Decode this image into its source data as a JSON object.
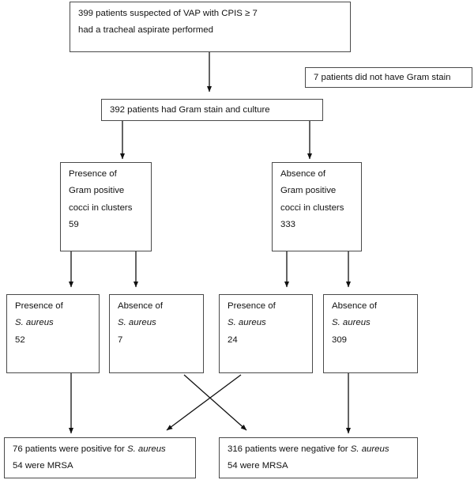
{
  "diagram": {
    "title": "VAP Gram stain and S. aureus culture flow diagram",
    "line_color": "#111111",
    "box_border_color": "#4a4a4a",
    "background": "#ffffff"
  },
  "nodes": {
    "enrolled": {
      "line1": "399 patients suspected of VAP with CPIS ≥ 7",
      "line2": "had a tracheal aspirate performed"
    },
    "excluded": {
      "line1": "7 patients did not have Gram stain"
    },
    "analyzed": {
      "line1": "392 patients had Gram stain and culture"
    },
    "gram_positive": {
      "line1": "Presence of",
      "line2": "Gram positive",
      "line3": "cocci in clusters",
      "count": "59"
    },
    "gram_negative": {
      "line1": "Absence of",
      "line2": "Gram positive",
      "line3": "cocci in clusters",
      "count": "333"
    },
    "gp_culture_pos": {
      "line1": "Presence of",
      "organism": "S. aureus",
      "count": "52"
    },
    "gp_culture_neg": {
      "line1": "Absence of",
      "organism": "S. aureus",
      "count": "7"
    },
    "gn_culture_pos": {
      "line1": "Presence of",
      "organism": "S. aureus",
      "count": "24"
    },
    "gn_culture_neg": {
      "line1": "Absence of",
      "organism": "S. aureus",
      "count": "309"
    },
    "summary_positive": {
      "prefix": "76 patients were positive for ",
      "organism": "S. aureus",
      "line2": "54 were MRSA"
    },
    "summary_negative": {
      "prefix": "316 patients were negative for ",
      "organism": "S. aureus",
      "line2": "54 were MRSA"
    }
  },
  "chart_data": {
    "type": "diagram",
    "title": "VAP Gram stain and S. aureus culture flow diagram",
    "nodes": [
      {
        "id": "enrolled",
        "label": "399 patients suspected of VAP with CPIS ≥ 7 had a tracheal aspirate performed",
        "value": 399
      },
      {
        "id": "excluded",
        "label": "7 patients did not have Gram stain",
        "value": 7
      },
      {
        "id": "analyzed",
        "label": "392 patients had Gram stain and culture",
        "value": 392
      },
      {
        "id": "gram_positive",
        "label": "Presence of Gram positive cocci in clusters",
        "value": 59
      },
      {
        "id": "gram_negative",
        "label": "Absence of Gram positive cocci in clusters",
        "value": 333
      },
      {
        "id": "gp_culture_pos",
        "label": "Presence of S. aureus",
        "value": 52
      },
      {
        "id": "gp_culture_neg",
        "label": "Absence of S. aureus",
        "value": 7
      },
      {
        "id": "gn_culture_pos",
        "label": "Presence of S. aureus",
        "value": 24
      },
      {
        "id": "gn_culture_neg",
        "label": "Absence of S. aureus",
        "value": 309
      },
      {
        "id": "summary_positive",
        "label": "76 patients were positive for S. aureus; 54 were MRSA",
        "value": 76
      },
      {
        "id": "summary_negative",
        "label": "316 patients were negative for S. aureus; 54 were MRSA",
        "value": 316
      }
    ],
    "edges": [
      {
        "from": "enrolled",
        "to": "analyzed"
      },
      {
        "from": "analyzed",
        "to": "gram_positive"
      },
      {
        "from": "analyzed",
        "to": "gram_negative"
      },
      {
        "from": "gram_positive",
        "to": "gp_culture_pos"
      },
      {
        "from": "gram_positive",
        "to": "gp_culture_neg"
      },
      {
        "from": "gram_negative",
        "to": "gn_culture_pos"
      },
      {
        "from": "gram_negative",
        "to": "gn_culture_neg"
      },
      {
        "from": "gp_culture_pos",
        "to": "summary_positive"
      },
      {
        "from": "gn_culture_pos",
        "to": "summary_positive"
      },
      {
        "from": "gp_culture_neg",
        "to": "summary_negative"
      },
      {
        "from": "gn_culture_neg",
        "to": "summary_negative"
      }
    ]
  }
}
